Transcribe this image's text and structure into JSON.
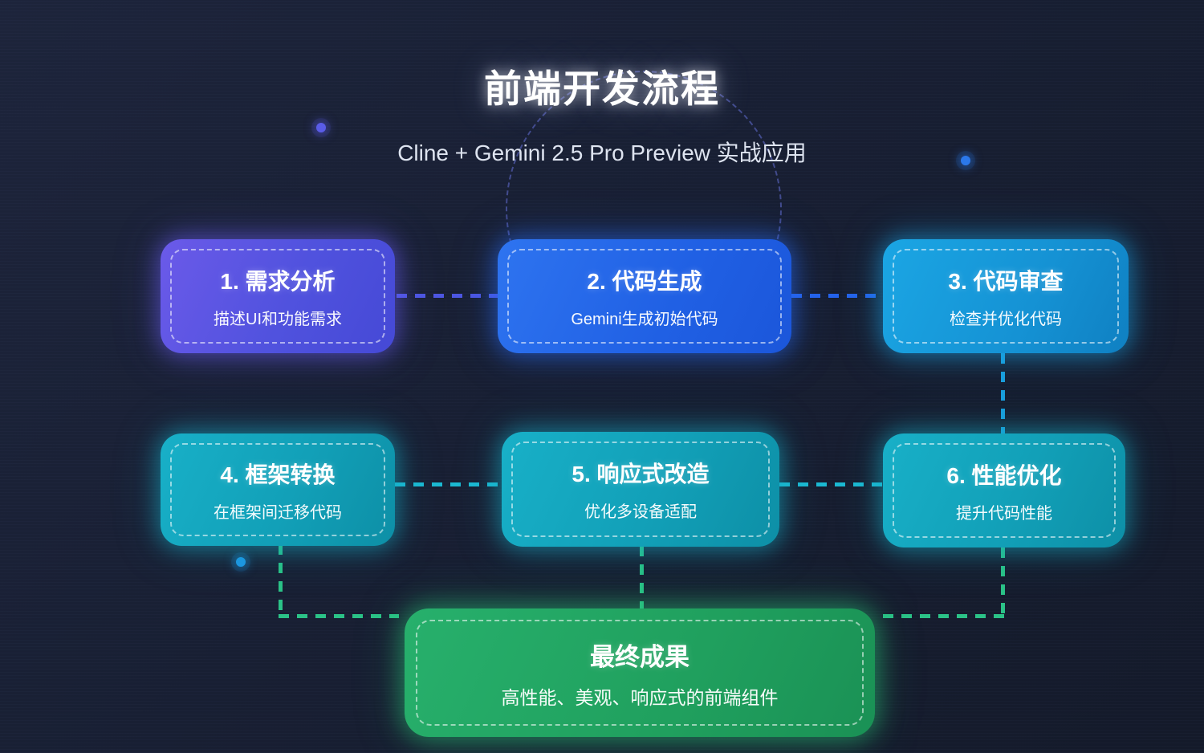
{
  "page": {
    "title": "前端开发流程",
    "subtitle": "Cline + Gemini 2.5 Pro Preview 实战应用"
  },
  "nodes": [
    {
      "title": "1. 需求分析",
      "desc": "描述UI和功能需求",
      "color": "#5a55e4"
    },
    {
      "title": "2. 代码生成",
      "desc": "Gemini生成初始代码",
      "color": "#2166e8"
    },
    {
      "title": "3. 代码审查",
      "desc": "检查并优化代码",
      "color": "#1596d6"
    },
    {
      "title": "4. 框架转换",
      "desc": "在框架间迁移代码",
      "color": "#12a0b8"
    },
    {
      "title": "5. 响应式改造",
      "desc": "优化多设备适配",
      "color": "#12a0b8"
    },
    {
      "title": "6. 性能优化",
      "desc": "提升代码性能",
      "color": "#12a0b8"
    }
  ],
  "result": {
    "title": "最终成果",
    "desc": "高性能、美观、响应式的前端组件",
    "color": "#20a05e"
  },
  "connector_colors": {
    "step1_to_2": "#4d57e2",
    "step2_to_3": "#2563eb",
    "step3_to_6": "#1a9fdd",
    "row2": "#1cb9d2",
    "to_result": "#2bc287"
  },
  "decor": {
    "dots": [
      "indigo-dot",
      "blue-dot",
      "cyan-dot"
    ],
    "dashed_circle_color": "#6470d7"
  }
}
